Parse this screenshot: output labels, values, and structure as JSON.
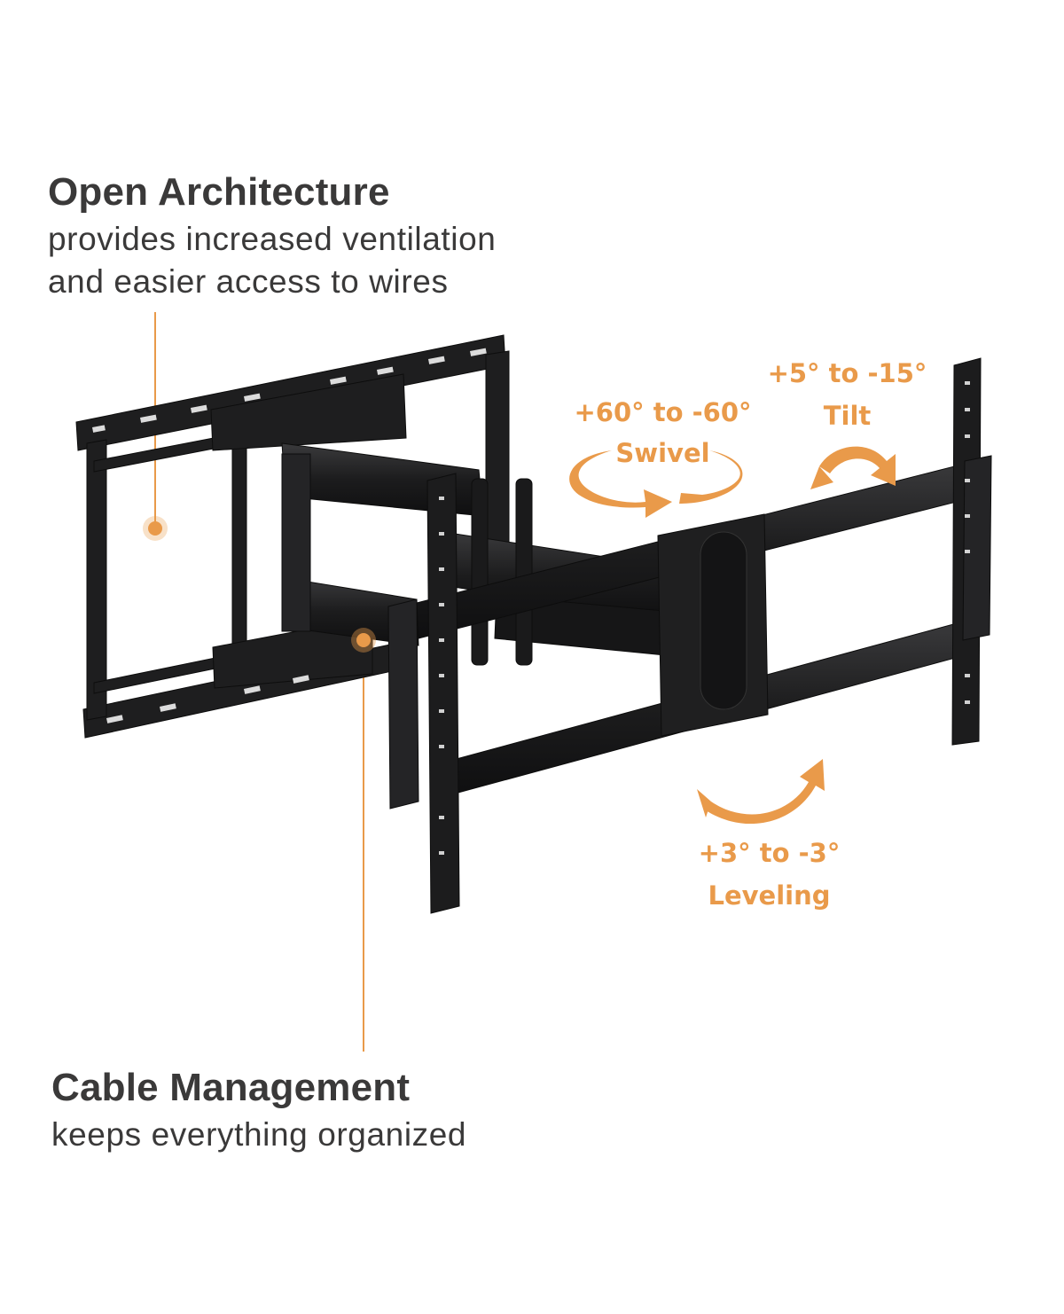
{
  "open_architecture": {
    "title": "Open Architecture",
    "description_line1": "provides increased ventilation",
    "description_line2": "and easier access to wires"
  },
  "cable_management": {
    "title": "Cable Management",
    "description": "keeps everything organized"
  },
  "adjustments": {
    "swivel": {
      "range": "+60° to -60°",
      "label": "Swivel"
    },
    "tilt": {
      "range": "+5° to -15°",
      "label": "Tilt"
    },
    "leveling": {
      "range": "+3° to -3°",
      "label": "Leveling"
    }
  },
  "colors": {
    "accent": "#e99a4a",
    "text": "#3a3939",
    "mount": "#1e1e1f",
    "background": "#ffffff"
  }
}
